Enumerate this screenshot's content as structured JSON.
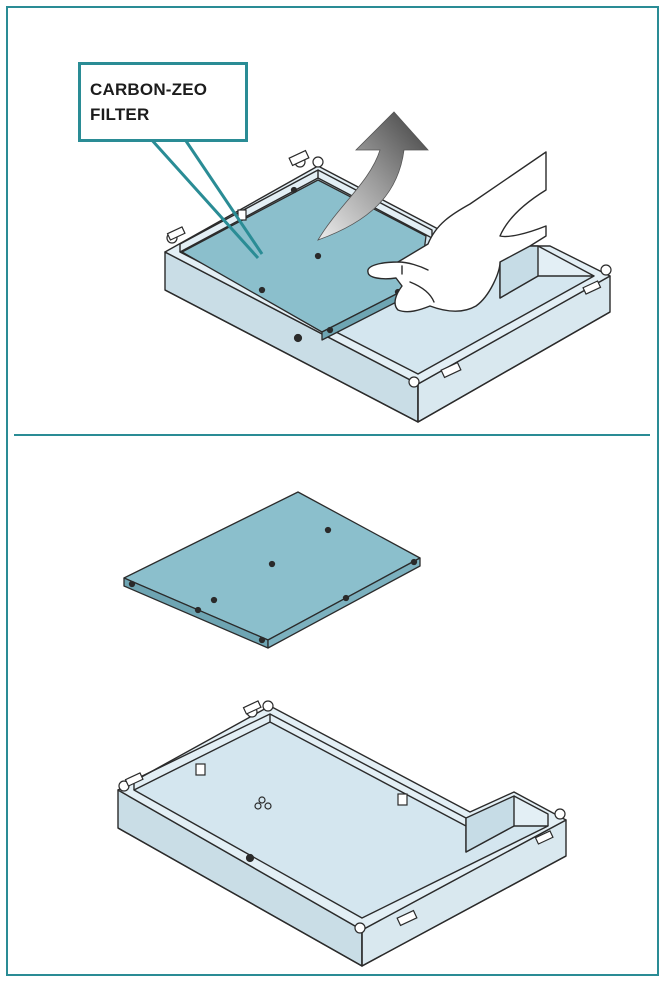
{
  "callout": {
    "label": "CARBON-ZEO\nFILTER"
  },
  "colors": {
    "frame": "#2a8c95",
    "filter_fill": "#8bbfcc",
    "tray_fill": "#d7e9f1",
    "line": "#2b2b2b",
    "arrow_dark": "#4d4d4d",
    "arrow_light": "#e6e6e6"
  },
  "panels": [
    {
      "name": "removing-filter-step",
      "icons": [
        "hand-icon",
        "lift-arrow-icon",
        "tray-icon",
        "filter-icon"
      ]
    },
    {
      "name": "filter-removed-step",
      "icons": [
        "filter-icon",
        "tray-icon"
      ]
    }
  ]
}
